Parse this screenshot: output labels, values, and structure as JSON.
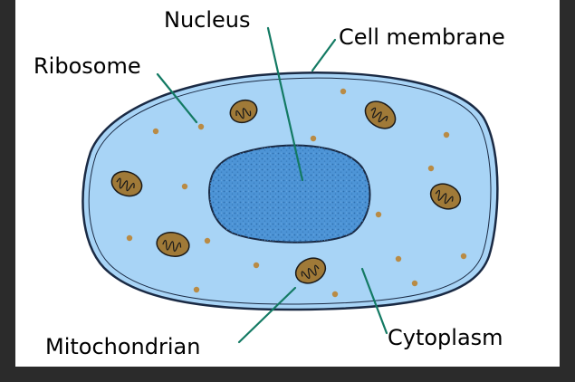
{
  "diagram": {
    "labels": {
      "nucleus": "Nucleus",
      "cell_membrane": "Cell membrane",
      "ribosome": "Ribosome",
      "mitochondrian": "Mitochondrian",
      "cytoplasm": "Cytoplasm"
    },
    "colors": {
      "background": "#2b2b2b",
      "panel": "#ffffff",
      "membrane_fill": "#a8d4f6",
      "membrane_edge": "#1a2a44",
      "nucleus_fill": "#4d94d6",
      "nucleus_dots": "#2f6fae",
      "mitochondria": "#a07a38",
      "ribosome": "#b98b45",
      "leader_lines": "#137a63"
    }
  }
}
